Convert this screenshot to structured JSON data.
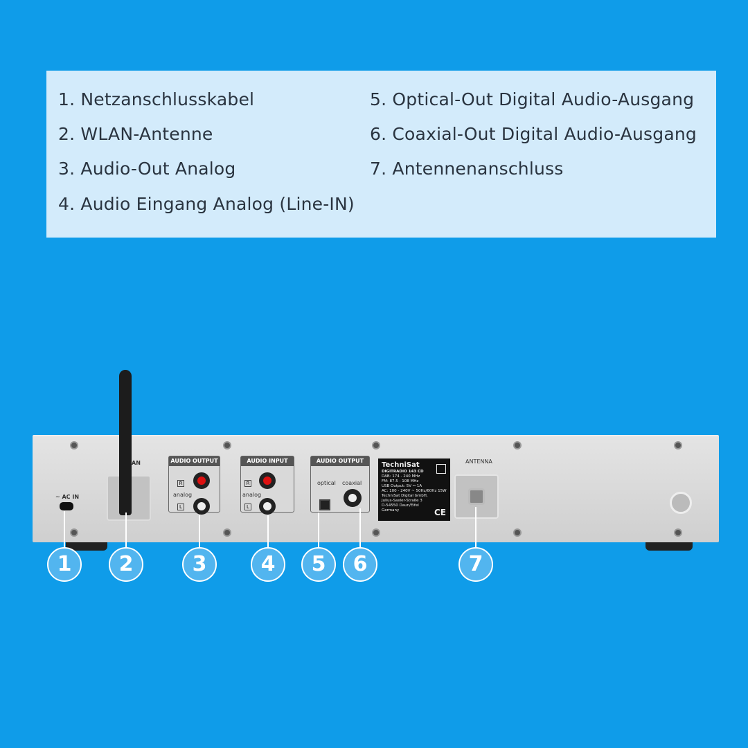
{
  "legend": {
    "items": [
      "1. Netzanschlusskabel",
      "2. WLAN-Antenne",
      "3. Audio-Out Analog",
      "4. Audio Eingang Analog (Line-IN)",
      "5. Optical-Out Digital Audio-Ausgang",
      "6. Coaxial-Out Digital Audio-Ausgang",
      "7. Antennenanschluss"
    ]
  },
  "device": {
    "ac_in": "~ AC IN",
    "wlan": "AN",
    "audio_output": "AUDIO OUTPUT",
    "audio_input": "AUDIO INPUT",
    "audio_output_digital": "AUDIO OUTPUT",
    "r": "R",
    "l": "L",
    "analog": "analog",
    "optical": "optical",
    "coaxial": "coaxial",
    "antenna": "ANTENNA",
    "label": {
      "brand": "TechniSat",
      "model": "DIGITRADIO 143 CD",
      "lines": [
        "DAB: 174 - 240 MHz",
        "FM: 87.5 - 108 MHz",
        "USB Output: 5V ⎓ 1A",
        "AC: 100 - 240V ~ 50Hz/60Hz 15W",
        "TechniSat Digital GmbH,",
        "Julius-Saxler-Straße 3",
        "D-54550 Daun/Eifel",
        "Germany"
      ],
      "ce": "CE"
    }
  },
  "markers": [
    "1",
    "2",
    "3",
    "4",
    "5",
    "6",
    "7"
  ],
  "colors": {
    "background": "#0f9ce9",
    "legend_bg": "#d3ebfb",
    "marker": "#52b5ef"
  }
}
